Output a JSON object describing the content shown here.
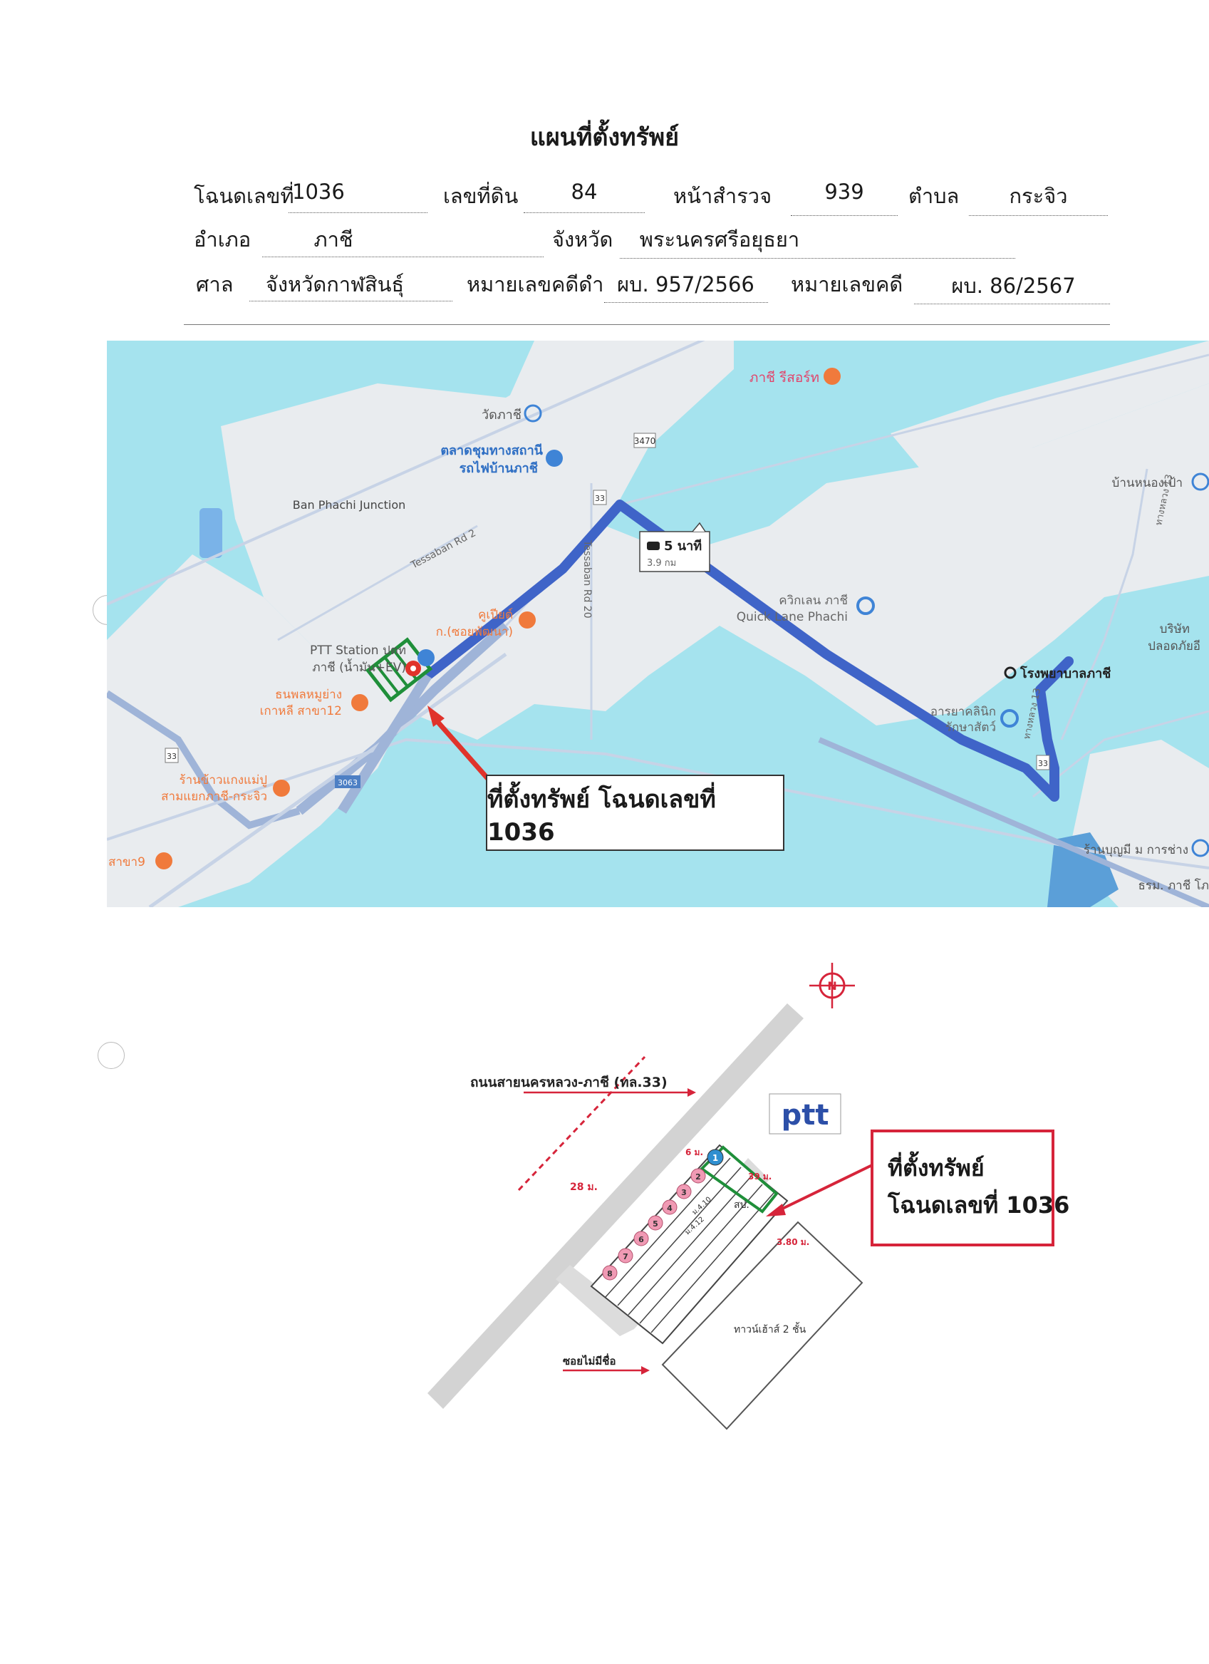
{
  "document": {
    "title": "แผนที่ตั้งทรัพย์"
  },
  "deed_info": {
    "row1": {
      "deed_no_label": "โฉนดเลขที่",
      "deed_no": "1036",
      "land_no_label": "เลขที่ดิน",
      "land_no": "84",
      "survey_page_label": "หน้าสำรวจ",
      "survey_page": "939",
      "subdistrict_label": "ตำบล",
      "subdistrict": "กระจิว"
    },
    "row2": {
      "district_label": "อำเภอ",
      "district": "ภาชี",
      "province_label": "จังหวัด",
      "province": "พระนครศรีอยุธยา"
    },
    "row3": {
      "court_label": "ศาล",
      "court": "จังหวัดกาฬสินธุ์",
      "black_case_label": "หมายเลขคดีดำ",
      "black_case": "ผบ. 957/2566",
      "red_case_label": "หมายเลขคดี",
      "red_case": "ผบ. 86/2567"
    }
  },
  "map": {
    "places": {
      "resort": "ภาชี รีสอร์ท",
      "wat": "วัดภาชี",
      "market_line1": "ตลาดชุมทางสถานี",
      "market_line2": "รถไฟบ้านภาชี",
      "junction": "Ban Phachi Junction",
      "nongpao": "บ้านหนองเป้า",
      "company_line1": "บริษัท",
      "company_line2": "ปลอดภัยอี",
      "quicklane_line1": "ควิกเลน ภาชี",
      "quicklane_line2": "Quick Lane Phachi",
      "hospital": "โรงพยาบาลภาชี",
      "clinic_line1": "อารยาคลินิก",
      "clinic_line2": "รักษาสัตว์",
      "cafe_line1": "คูเปียต์",
      "cafe_line2": "ก.(ซอยพัฒนา)",
      "ptt_line1": "PTT Station ปตท",
      "ptt_line2": "ภาชี (น้ำมัน+EV)",
      "pork_line1": "ธนพลหมูย่าง",
      "pork_line2": "เกาหลี สาขา12",
      "rice_line1": "ร้านข้าวแกงแม่ปู",
      "rice_line2": "สามแยกภาชี-กระจิว",
      "branch": "สาขา9",
      "ratchamongkol": "ร้านบุญมี ม การช่าง",
      "bottom_right": "ธรม. ภาชี โภ",
      "road_tessaban2": "Tessaban Rd 2",
      "road_tessaban20": "Tessaban Rd 20",
      "road_label_right": "ทางหลวง 13",
      "road_label_right2": "ทางหลวง 13",
      "route_33a": "33",
      "route_33b": "33",
      "route_33c": "33",
      "route_3470": "3470",
      "route_3063": "3063"
    },
    "travel_time": "5 นาที",
    "travel_distance": "3.9 กม",
    "callout": "ที่ตั้งทรัพย์ โฉนดเลขที่ 1036",
    "colors": {
      "land": "#e9ecef",
      "water": "#a5e3ee",
      "route": "#3f64c8",
      "road": "#c7d3e6",
      "poi_orange": "#f07a3c",
      "poi_blue": "#3f84d6",
      "pin_red": "#e0332b",
      "parcel_green": "#1f8f3a"
    }
  },
  "plan": {
    "compass": "N",
    "road_label": "ถนนสายนครหลวง-ภาชี (ทล.33)",
    "width_label": "28 ม.",
    "soi_label": "ซอยไม่มีชื่อ",
    "townhouse_label": "ทาวน์เฮ้าส์ 2 ชั้น",
    "dim_top": "6 ม.",
    "dim_side": "39 ม.",
    "dim_bottom": "3.80 ม.",
    "code_label": "สป.",
    "inner_dim_1": "ม.4.10",
    "inner_dim_2": "ม.4.12",
    "lot_numbers": [
      "1",
      "2",
      "3",
      "4",
      "5",
      "6",
      "7",
      "8"
    ],
    "brand": "ptt",
    "box_line1": "ที่ตั้งทรัพย์",
    "box_line2": "โฉนดเลขที่ 1036",
    "colors": {
      "road": "#d3d3d3",
      "lot_pink": "#f09ab4",
      "lot_blue": "#2f8fd0",
      "parcel_green": "#1f8f3a",
      "arrow_red": "#d6243a",
      "brand_blue": "#2c4fa8"
    }
  }
}
